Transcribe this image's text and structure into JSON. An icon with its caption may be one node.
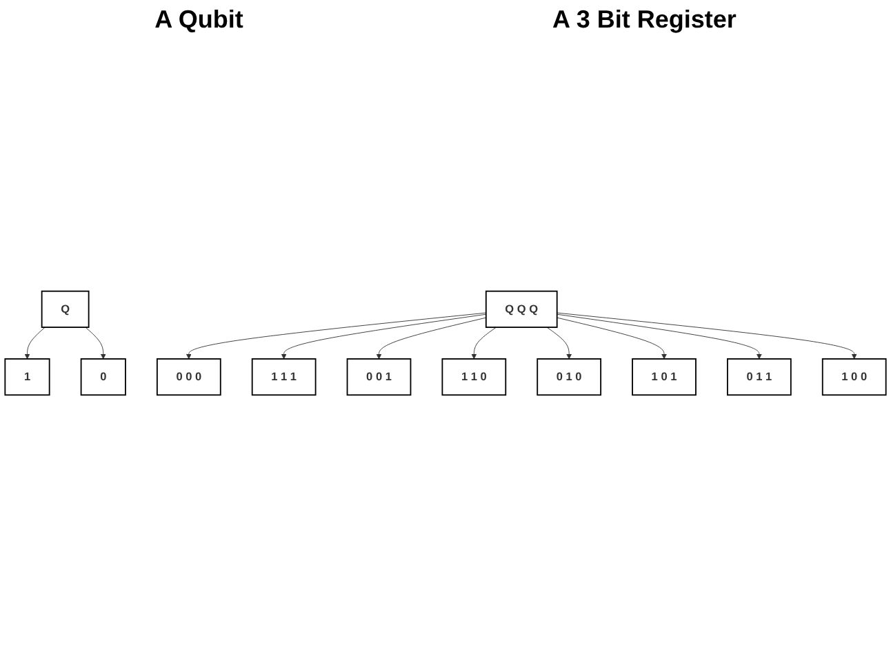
{
  "diagram": {
    "nodes": [
      {
        "text": [
          "Q"
        ]
      },
      {
        "text": [
          "1"
        ]
      },
      {
        "text": [
          "0"
        ]
      },
      {
        "text": [
          "0 0 0"
        ]
      },
      {
        "text": [
          "Q Q Q"
        ]
      },
      {
        "text": [
          "1 1 1"
        ]
      },
      {
        "text": [
          "0 0 1"
        ]
      },
      {
        "text": [
          "1 1 0"
        ]
      },
      {
        "text": [
          "0 1 0"
        ]
      },
      {
        "text": [
          "1 0 1"
        ]
      },
      {
        "text": [
          "0 1 1"
        ]
      },
      {
        "text": [
          "1 0 0"
        ]
      }
    ],
    "edges": [
      {
        "from": 0,
        "to": 1,
        "arrow": "to"
      },
      {
        "from": 0,
        "to": 2,
        "arrow": "to"
      },
      {
        "from": 4,
        "to": 3,
        "arrow": "to"
      },
      {
        "from": 4,
        "to": 5,
        "arrow": "to"
      },
      {
        "from": 4,
        "to": 6,
        "arrow": "to"
      },
      {
        "from": 4,
        "to": 7,
        "arrow": "to"
      },
      {
        "from": 4,
        "to": 8,
        "arrow": "to"
      },
      {
        "from": 4,
        "to": 9,
        "arrow": "to"
      },
      {
        "from": 4,
        "to": 10,
        "arrow": "to"
      },
      {
        "from": 4,
        "to": 11,
        "arrow": "to"
      }
    ],
    "labels": [
      "A Qubit",
      "A 3 Bit Register"
    ]
  }
}
